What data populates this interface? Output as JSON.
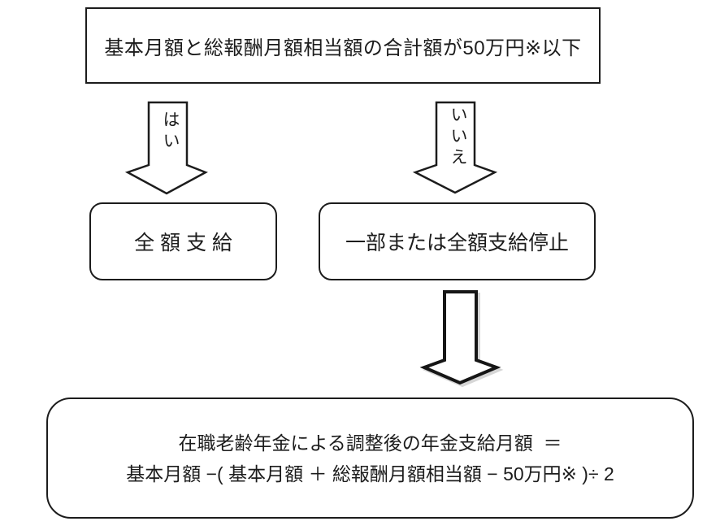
{
  "diagram": {
    "condition_box": {
      "text": "基本月額と総報酬月額相当額の合計額が50万円※以下"
    },
    "branch_yes": {
      "label": "はい"
    },
    "branch_no": {
      "label": "いいえ"
    },
    "result_full": {
      "text": "全 額 支 給"
    },
    "result_partial": {
      "text": "一部または全額支給停止"
    },
    "formula_box": {
      "line1": "在職老齢年金による調整後の年金支給月額  ＝",
      "line2": "基本月額 −( 基本月額 ＋ 総報酬月額相当額 − 50万円※ )÷ 2"
    },
    "colors": {
      "stroke": "#1c1c1c",
      "background": "#ffffff"
    }
  }
}
